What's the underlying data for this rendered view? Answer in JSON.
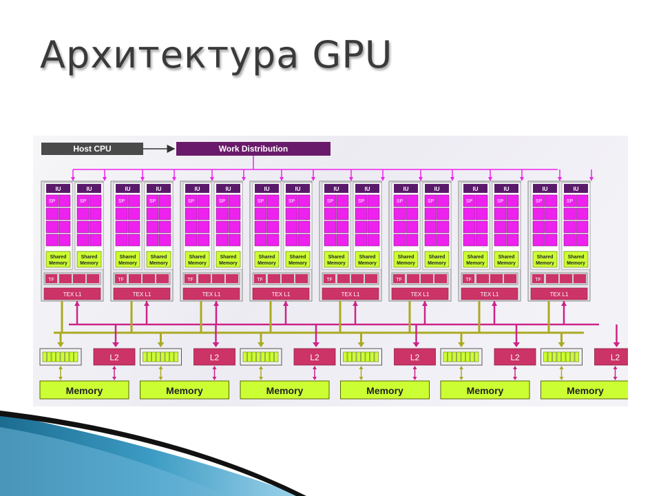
{
  "slide": {
    "title": "Архитектура GPU"
  },
  "diagram": {
    "host_label": "Host CPU",
    "work_distribution_label": "Work Distribution",
    "cluster_count": 8,
    "cluster": {
      "iu_label": "IU",
      "sp_label": "SP",
      "shared_memory_line1": "Shared",
      "shared_memory_line2": "Memory",
      "tf_label": "TF",
      "tex_label": "TEX L1"
    },
    "partition_count": 6,
    "partition": {
      "l2_label": "L2",
      "memory_label": "Memory"
    },
    "colors": {
      "magenta": "#cc33cc",
      "magenta_bright": "#ee22ee",
      "iu_purple": "#5a1a6a",
      "work_distribution": "#6a1a6a",
      "host": "#4a4a4a",
      "lime": "#ccff33",
      "olive": "#aaaa22",
      "crimson": "#cc3366",
      "pink_link": "#cc2288"
    }
  }
}
